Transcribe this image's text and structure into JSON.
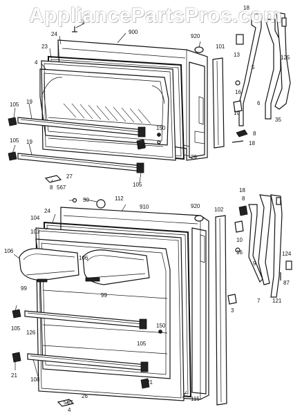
{
  "watermark": "AppliancePartsPros.com",
  "labels": {
    "l3a": "3",
    "l900": "900",
    "l920a": "920",
    "l18a": "18",
    "l24a": "24",
    "l23": "23",
    "l4a": "4",
    "l101": "101",
    "l13": "13",
    "l5": "5",
    "l125": "125",
    "l16a": "16",
    "l10a": "10",
    "l6": "6",
    "l35": "35",
    "l8a": "8",
    "l18b": "18",
    "l105a": "105",
    "l19a": "19",
    "l150a": "150",
    "l105b": "105",
    "l105c": "105",
    "l19b": "19",
    "l29": "29",
    "l27": "27",
    "l567a": "567",
    "l8b": "8",
    "l105d": "105",
    "l30": "30",
    "l112": "112",
    "l910": "910",
    "l920b": "920",
    "l18c": "18",
    "l8c": "8",
    "l24b": "24",
    "l104": "104",
    "l102": "102",
    "l103": "103",
    "l10b": "10",
    "l106a": "106",
    "l106b": "106",
    "l16b": "16",
    "l99a": "99",
    "l99b": "99",
    "l9": "9",
    "l124": "124",
    "l3b": "3",
    "l87": "87",
    "l7": "7",
    "l121": "121",
    "l105e": "105",
    "l126": "126",
    "l150b": "150",
    "l105f": "105",
    "l21a": "21",
    "l108": "108",
    "l21b": "21",
    "l115": "115",
    "l567b": "567",
    "l26": "26",
    "l4b": "4"
  }
}
